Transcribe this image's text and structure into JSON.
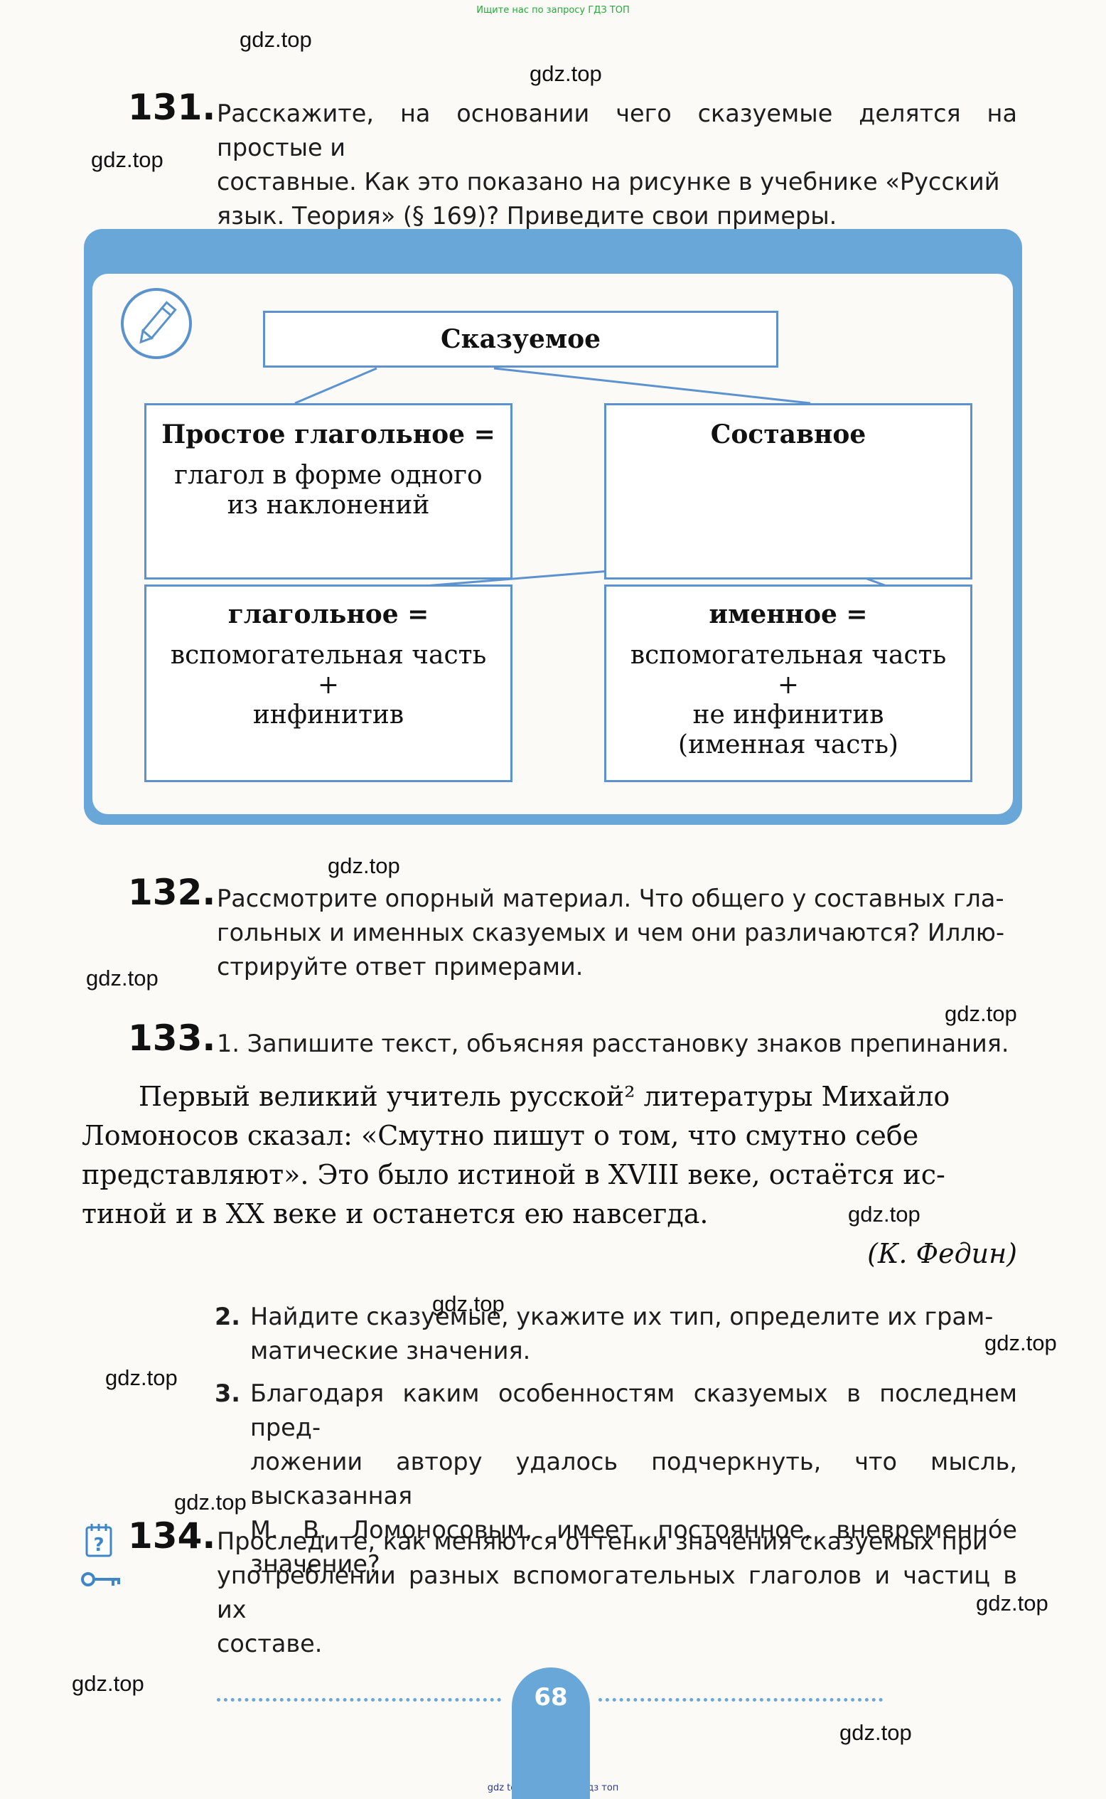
{
  "top_banner": "Ищите нас по запросу ГДЗ ТОП",
  "bottom_banner": "gdz top // гдз топ // гдз топ",
  "watermark": "gdz.top",
  "ex131": {
    "number": "131.",
    "lines": [
      "Расскажите, на основании чего сказуемые делятся на простые и",
      "составные. Как это показано на рисунке в учебнике «Русский",
      "язык. Теория» (§ 169)? Приведите свои примеры."
    ]
  },
  "diagram": {
    "root": "Сказуемое",
    "simple_title": "Простое глагольное =",
    "simple_body": [
      "глагол в форме одного",
      "из наклонений"
    ],
    "compound_title": "Составное",
    "verbal_title": "глагольное =",
    "verbal_body": [
      "вспомогательная часть",
      "+",
      "инфинитив"
    ],
    "nominal_title": "именное =",
    "nominal_body": [
      "вспомогательная часть",
      "+",
      "не инфинитив",
      "(именная часть)"
    ]
  },
  "ex132": {
    "number": "132.",
    "lines": [
      "Рассмотрите опорный материал. Что общего у составных гла-",
      "гольных и именных сказуемых и чем они различаются? Иллю-",
      "стрируйте ответ примерами."
    ]
  },
  "ex133": {
    "number": "133.",
    "task1": "1. Запишите текст, объясняя расстановку знаков препинания.",
    "text_lines": [
      "Первый великий учитель русской² литературы Михайло",
      "Ломоносов сказал: «Смутно пишут о том, что смутно себе",
      "представляют». Это было истиной в XVIII веке, остаётся ис-",
      "тиной и в XX веке и останется ею навсегда."
    ],
    "author": "(К. Федин)",
    "task2_num": "2.",
    "task2": [
      "Найдите сказуемые, укажите их тип, определите их грам-",
      "матические значения."
    ],
    "task3_num": "3.",
    "task3": [
      "Благодаря каким особенностям сказуемых в последнем пред-",
      "ложении автору удалось подчеркнуть, что мысль, высказанная",
      "М. В. Ломоносовым, имеет постоянное, вневременнóе значение?"
    ]
  },
  "ex134": {
    "number": "134.",
    "lines": [
      "Проследите, как меняются оттенки значения сказуемых при",
      "употреблении разных вспомогательных глаголов и частиц в их",
      "составе."
    ]
  },
  "page_number": "68",
  "colors": {
    "accent_blue": "#6aa7d9",
    "node_border": "#5c93cf",
    "banner_green": "#26a83a"
  }
}
